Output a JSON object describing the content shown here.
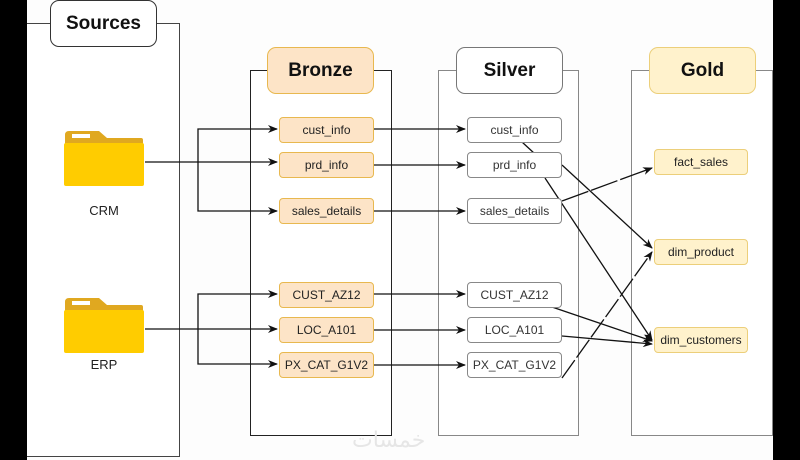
{
  "layers": {
    "sources": {
      "title": "Sources"
    },
    "bronze": {
      "title": "Bronze",
      "color": "#fde4c7",
      "border": "#e8b84f"
    },
    "silver": {
      "title": "Silver",
      "color": "#ffffff",
      "border": "#888888"
    },
    "gold": {
      "title": "Gold",
      "color": "#fff2cc",
      "border": "#eccf7a"
    }
  },
  "sources": [
    {
      "label": "CRM",
      "icon": "folder-icon"
    },
    {
      "label": "ERP",
      "icon": "folder-icon"
    }
  ],
  "bronze": [
    "cust_info",
    "prd_info",
    "sales_details",
    "CUST_AZ12",
    "LOC_A101",
    "PX_CAT_G1V2"
  ],
  "silver": [
    "cust_info",
    "prd_info",
    "sales_details",
    "CUST_AZ12",
    "LOC_A101",
    "PX_CAT_G1V2"
  ],
  "gold": [
    "fact_sales",
    "dim_product",
    "dim_customers"
  ],
  "connections": [
    {
      "from": "CRM",
      "to": [
        "bronze.cust_info",
        "bronze.prd_info",
        "bronze.sales_details"
      ]
    },
    {
      "from": "ERP",
      "to": [
        "bronze.CUST_AZ12",
        "bronze.LOC_A101",
        "bronze.PX_CAT_G1V2"
      ]
    },
    {
      "from": "bronze.*",
      "to": "silver.*"
    },
    {
      "from": "silver.cust_info",
      "to": "gold.dim_customers"
    },
    {
      "from": "silver.prd_info",
      "to": "gold.dim_product"
    },
    {
      "from": "silver.prd_info",
      "to": "gold.dim_customers"
    },
    {
      "from": "silver.sales_details",
      "to": "gold.fact_sales"
    },
    {
      "from": "silver.CUST_AZ12",
      "to": "gold.dim_customers"
    },
    {
      "from": "silver.LOC_A101",
      "to": "gold.dim_customers"
    },
    {
      "from": "silver.PX_CAT_G1V2",
      "to": "gold.dim_product"
    }
  ],
  "watermark": "خمسات"
}
